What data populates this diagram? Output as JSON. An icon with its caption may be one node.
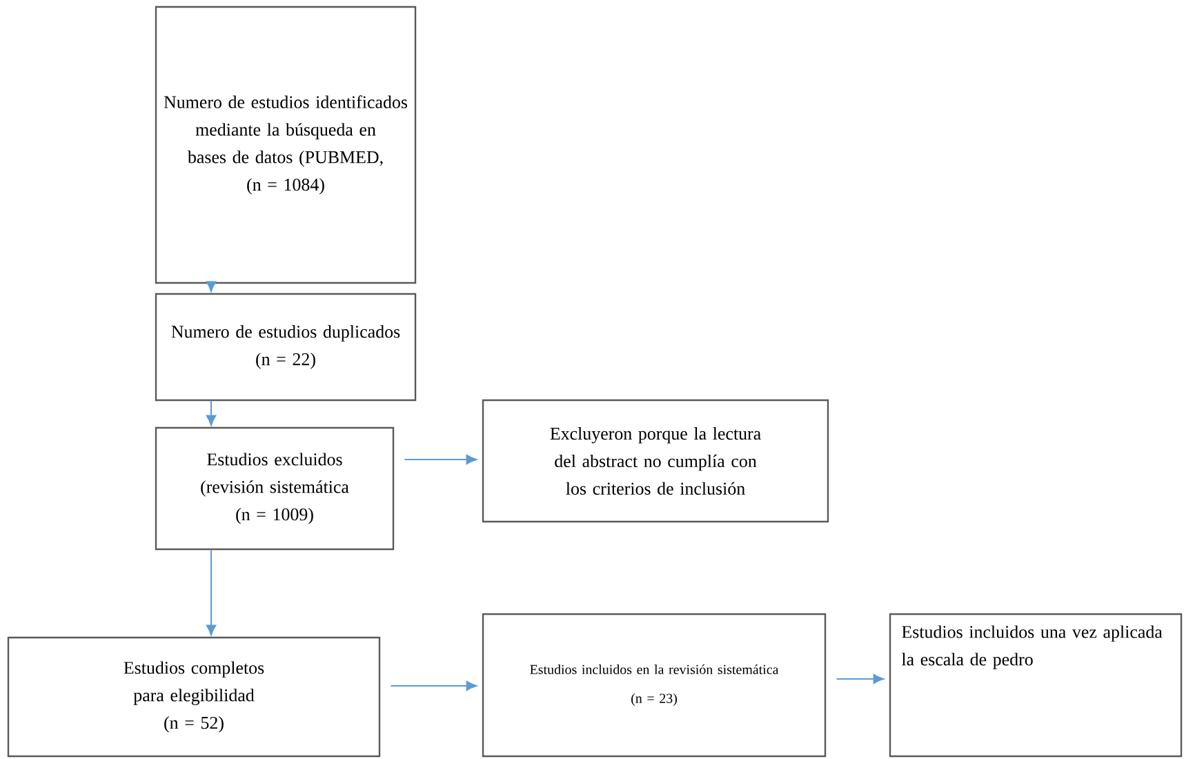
{
  "diagram": {
    "nodes": [
      {
        "text": [
          "Numero de estudios identificados mediante la búsqueda en bases de datos (PUBMED,",
          "(n = 1084)"
        ]
      },
      {
        "text": [
          "Numero de estudios duplicados",
          "(n = 22)"
        ]
      },
      {
        "text": [
          "Estudios excluidos (revisión sistemática",
          "(n = 1009)"
        ]
      },
      {
        "text": [
          "Excluyeron porque  la lectura del abstract no cumplía con los criterios de inclusión"
        ]
      },
      {
        "text": [
          "Estudios completos para elegibilidad",
          "(n = 52)"
        ]
      },
      {
        "text": [
          "Estudios incluidos en la revisión sistemática",
          "(n = 23)"
        ]
      },
      {
        "text": [
          "Estudios incluidos una vez aplicada la escala de pedro"
        ]
      }
    ],
    "edges": [
      {
        "from": 0,
        "to": 1,
        "arrow": "to"
      },
      {
        "from": 1,
        "to": 2,
        "arrow": "to"
      },
      {
        "from": 2,
        "to": 3,
        "arrow": "to"
      },
      {
        "from": 2,
        "to": 4,
        "arrow": "to"
      },
      {
        "from": 4,
        "to": 5,
        "arrow": "to"
      },
      {
        "from": 5,
        "to": 6,
        "arrow": "to"
      }
    ]
  }
}
